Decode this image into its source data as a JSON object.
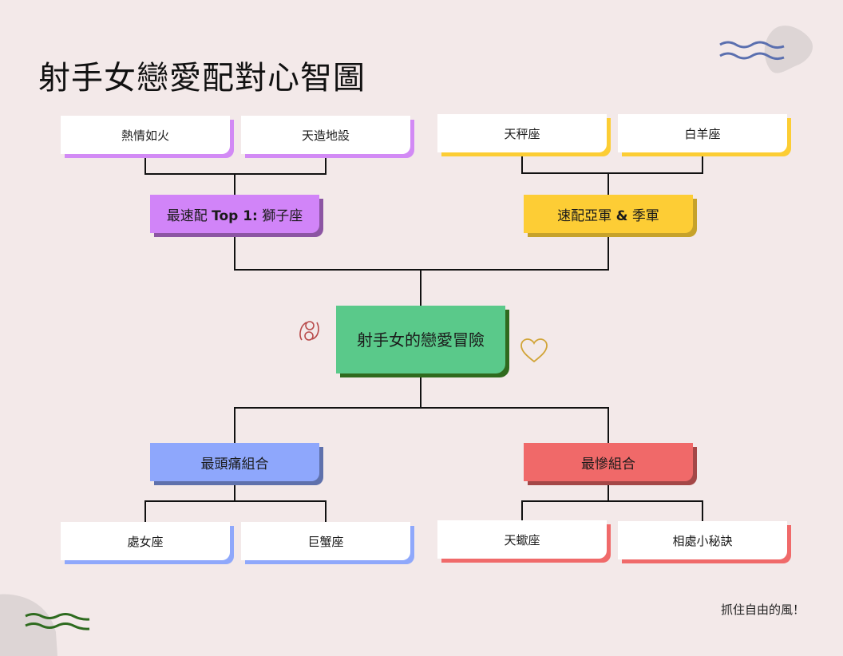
{
  "title": "射手女戀愛配對心智圖",
  "center": {
    "label": "射手女的戀愛冒險",
    "color": "#5ac98a"
  },
  "branches": {
    "top_left": {
      "label_prefix": "最速配",
      "label_bold": "Top 1:",
      "label_suffix": "獅子座",
      "color": "#d184f8",
      "children": [
        "熱情如火",
        "天造地設"
      ]
    },
    "top_right": {
      "label_prefix": "速配亞軍",
      "label_bold": "&",
      "label_suffix": "季軍",
      "color": "#fdcd35",
      "children": [
        "天秤座",
        "白羊座"
      ]
    },
    "bottom_left": {
      "label": "最頭痛組合",
      "color": "#8ea7fc",
      "children": [
        "處女座",
        "巨蟹座"
      ]
    },
    "bottom_right": {
      "label": "最慘組合",
      "color": "#f06969",
      "children": [
        "天蠍座",
        "相處小秘訣"
      ]
    }
  },
  "decorations": {
    "left_icon": "cancer-zodiac-icon",
    "right_icon": "heart-outline-icon"
  },
  "footer": "抓住自由的風！"
}
